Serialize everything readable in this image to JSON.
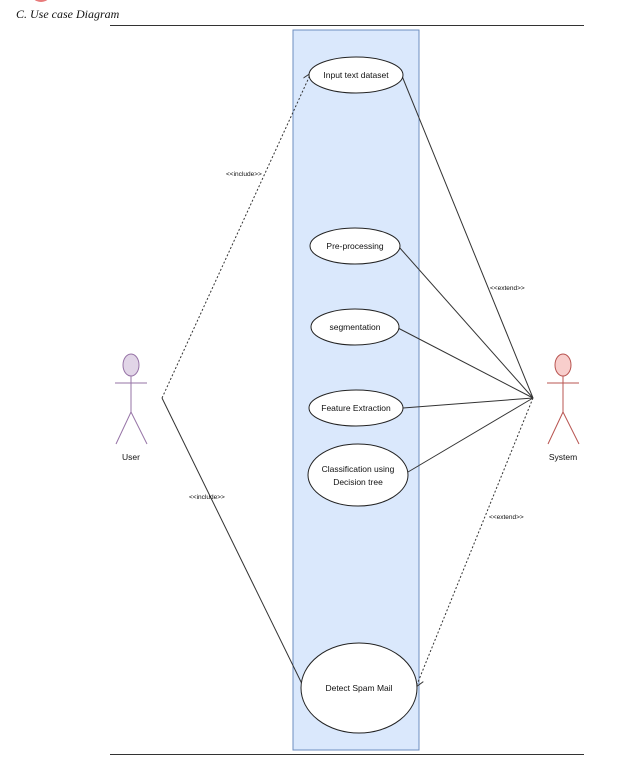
{
  "heading": "C.   Use case Diagram",
  "colors": {
    "system_boundary_fill": "#dae8fc",
    "system_boundary_stroke": "#6c8ebf",
    "user_actor_fill": "#e1d5e7",
    "user_actor_stroke": "#9673a6",
    "system_actor_fill": "#f8cecc",
    "system_actor_stroke": "#b85450"
  },
  "actors": {
    "user": {
      "label": "User"
    },
    "system": {
      "label": "System"
    }
  },
  "use_cases": [
    {
      "id": "input",
      "lines": [
        "Input  text dataset"
      ]
    },
    {
      "id": "preprocessing",
      "lines": [
        "Pre-processing"
      ]
    },
    {
      "id": "segmentation",
      "lines": [
        "segmentation"
      ]
    },
    {
      "id": "feature",
      "lines": [
        "Feature Extraction"
      ]
    },
    {
      "id": "classification",
      "lines": [
        "Classification using",
        "Decision tree"
      ]
    },
    {
      "id": "detect",
      "lines": [
        "Detect Spam Mail"
      ]
    }
  ],
  "relationships": [
    {
      "id": "user-input",
      "label": "<<include>>",
      "style": "dashed"
    },
    {
      "id": "user-detect",
      "label": "<<include>>",
      "style": "solid"
    },
    {
      "id": "system-input",
      "label": "<<extend>>",
      "style": "solid"
    },
    {
      "id": "system-preprocessing",
      "label": "",
      "style": "solid"
    },
    {
      "id": "system-segmentation",
      "label": "",
      "style": "solid"
    },
    {
      "id": "system-feature",
      "label": "",
      "style": "solid"
    },
    {
      "id": "system-classification",
      "label": "",
      "style": "solid"
    },
    {
      "id": "system-detect",
      "label": "<<extend>>",
      "style": "dashed"
    }
  ]
}
